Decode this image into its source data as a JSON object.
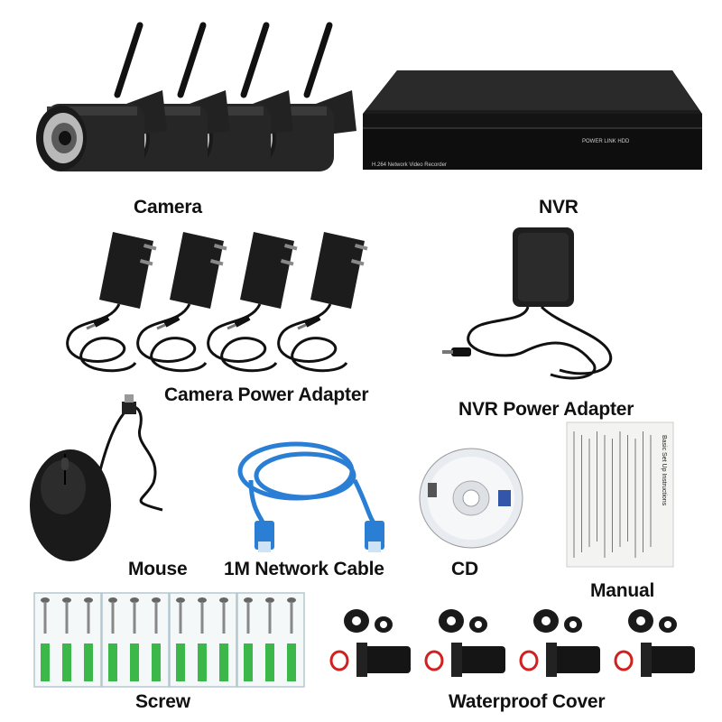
{
  "items": {
    "camera": {
      "label": "Camera",
      "count": 4
    },
    "nvr": {
      "label": "NVR",
      "front_text": "H.264 Network Video Recorder",
      "indicator_text": "POWER  LINK  HDD"
    },
    "camera_adapter": {
      "label": "Camera Power Adapter",
      "count": 4
    },
    "nvr_adapter": {
      "label": "NVR Power Adapter"
    },
    "mouse": {
      "label": "Mouse"
    },
    "network_cable": {
      "label": "1M Network Cable",
      "color": "#2a7fd4"
    },
    "cd": {
      "label": "CD"
    },
    "manual": {
      "label": "Manual",
      "title": "Basic Set Up Instructions"
    },
    "screw": {
      "label": "Screw",
      "packs": 4,
      "anchor_color": "#3cb84a"
    },
    "waterproof_cover": {
      "label": "Waterproof Cover",
      "sets": 4,
      "ring_color": "#d22020"
    }
  }
}
